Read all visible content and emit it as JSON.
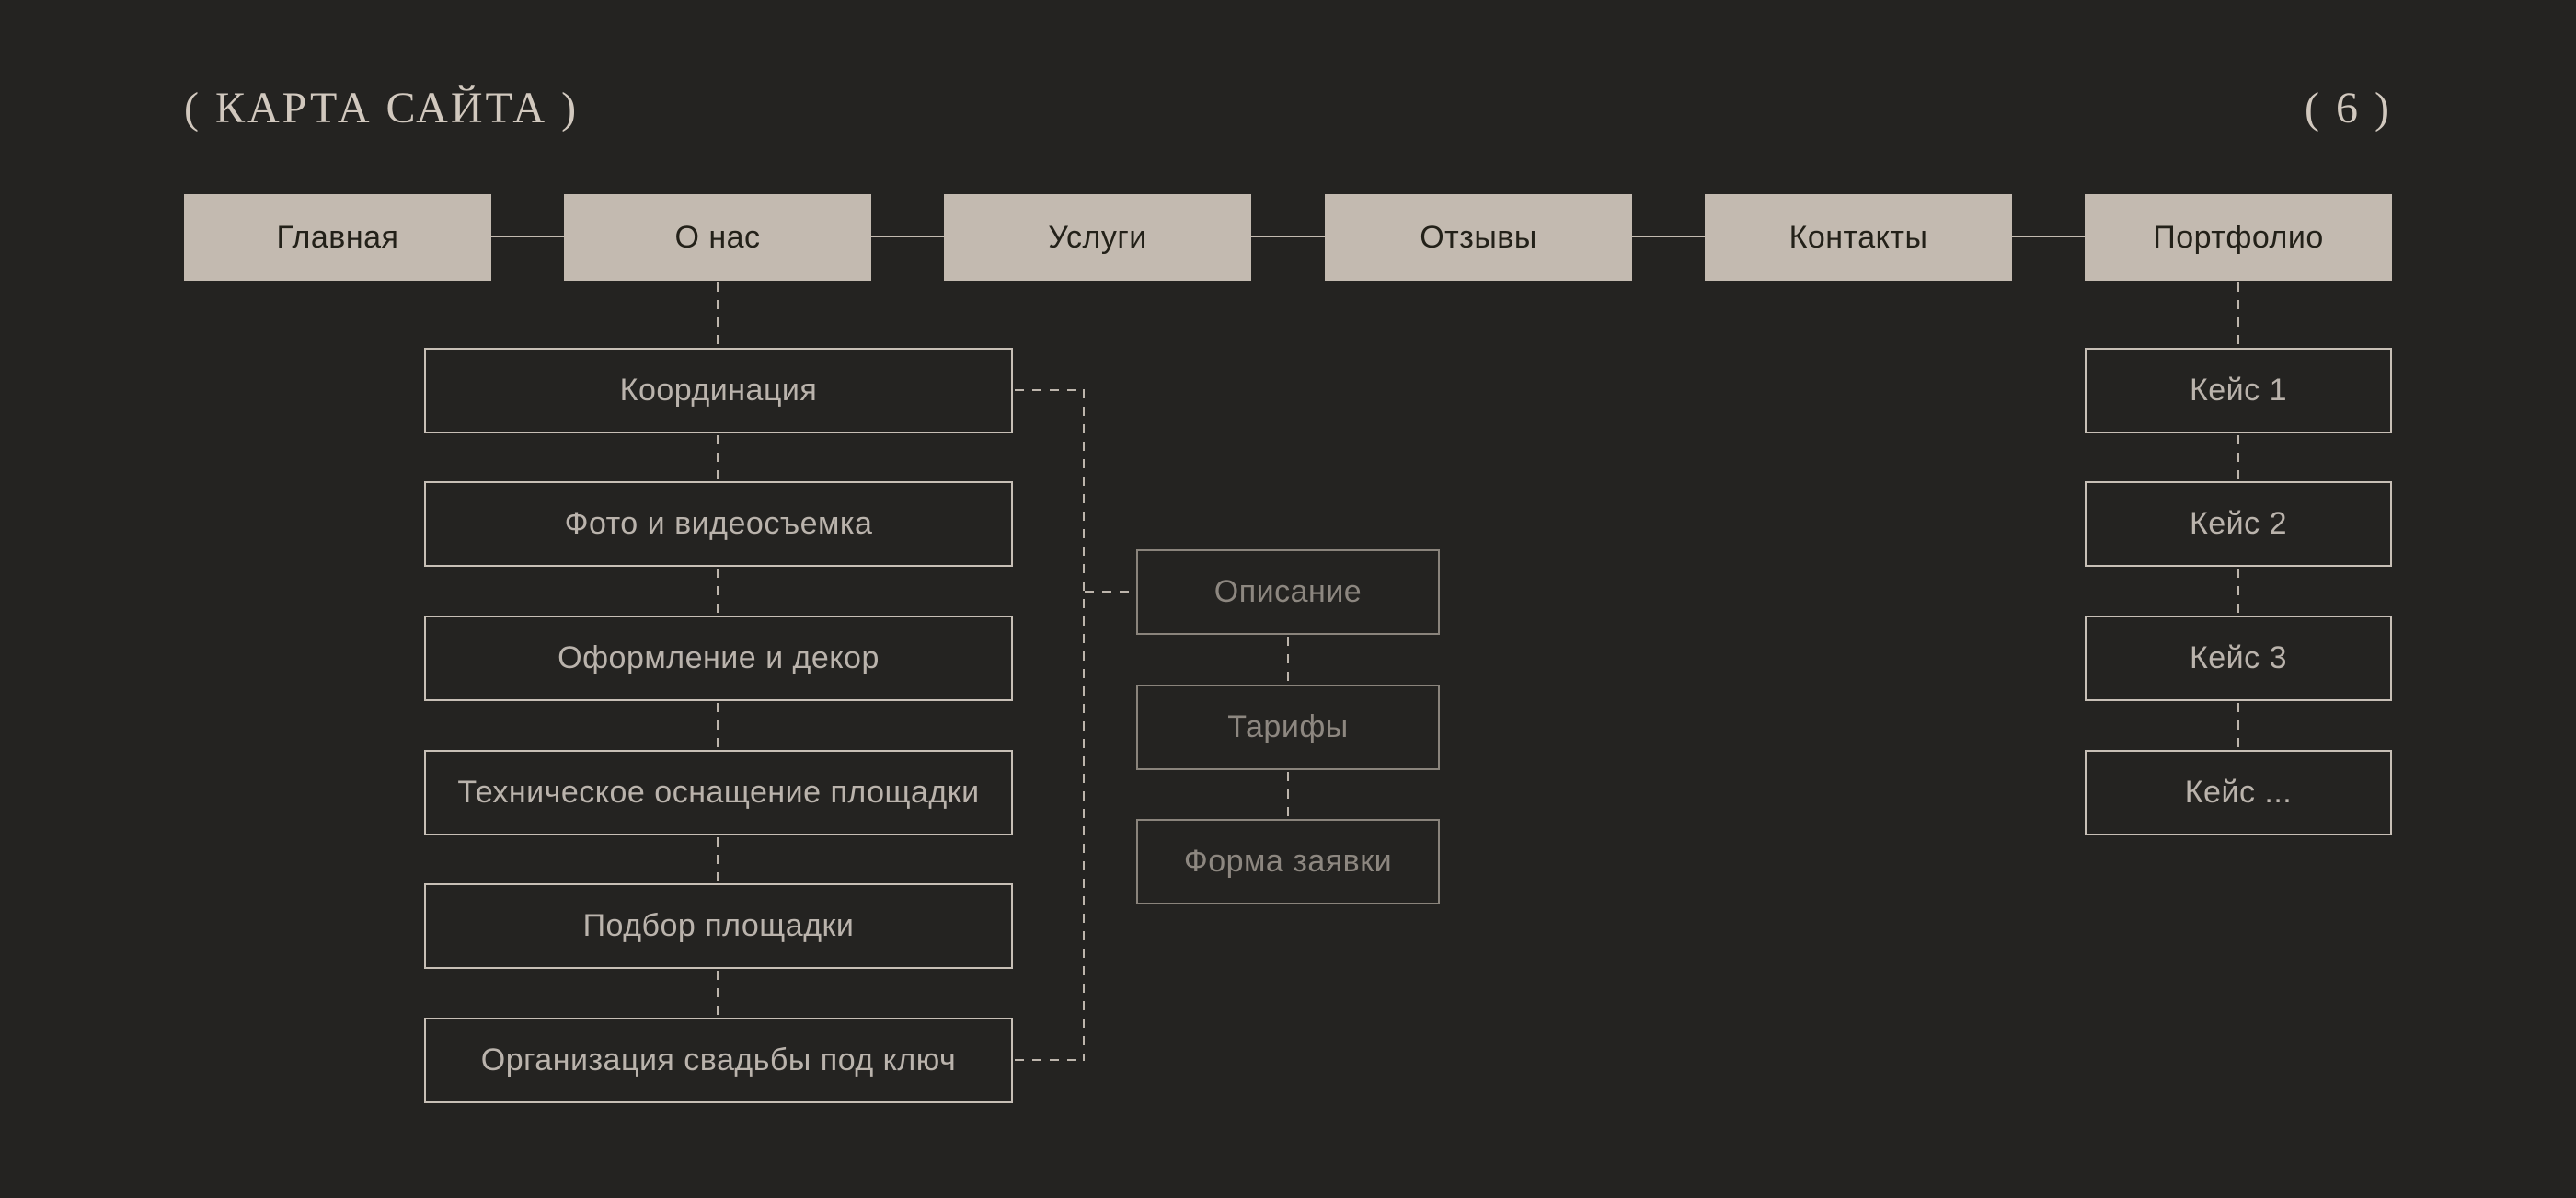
{
  "header": {
    "title": "( КАРТА САЙТА )",
    "page_number": "( 6 )"
  },
  "top_nav": {
    "items": [
      {
        "label": "Главная"
      },
      {
        "label": "О нас"
      },
      {
        "label": "Услуги"
      },
      {
        "label": "Отзывы"
      },
      {
        "label": "Контакты"
      },
      {
        "label": "Портфолио"
      }
    ]
  },
  "about_branch": {
    "items": [
      {
        "label": "Координация"
      },
      {
        "label": "Фото и видеосъемка"
      },
      {
        "label": "Оформление и декор"
      },
      {
        "label": "Техническое оснащение площадки"
      },
      {
        "label": "Подбор площадки"
      },
      {
        "label": "Организация свадьбы под ключ"
      }
    ]
  },
  "service_detail_branch": {
    "items": [
      {
        "label": "Описание"
      },
      {
        "label": "Тарифы"
      },
      {
        "label": "Форма заявки"
      }
    ]
  },
  "portfolio_branch": {
    "items": [
      {
        "label": "Кейс 1"
      },
      {
        "label": "Кейс 2"
      },
      {
        "label": "Кейс 3"
      },
      {
        "label": "Кейс ..."
      }
    ]
  },
  "colors": {
    "background": "#242321",
    "node_fill": "#c3bab0",
    "node_fill_text": "#232119",
    "outline": "#c7bfb6",
    "outline_text": "#bab3ac",
    "muted_outline": "#8a847c",
    "muted_text": "#8d8780",
    "dash_line": "#bdb5ac",
    "title_text": "#d1c8be"
  }
}
